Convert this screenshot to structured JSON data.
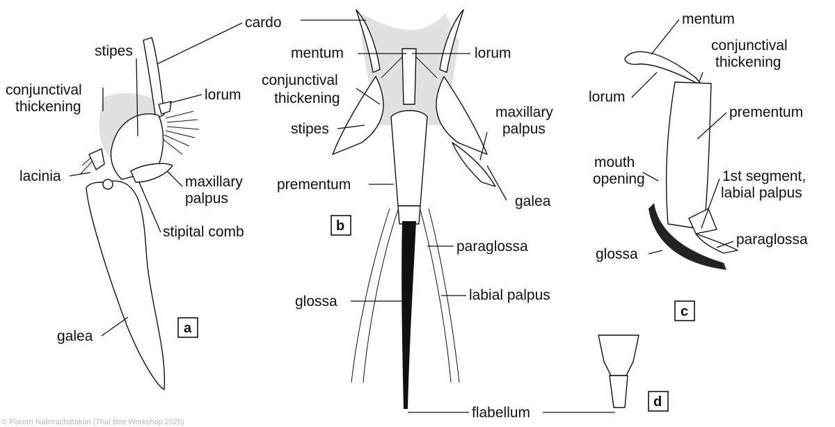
{
  "labels": {
    "cardo": "cardo",
    "mentum": "mentum",
    "lorum": "lorum",
    "stipes": "stipes",
    "conjunctival_thickening_line1": "conjunctival",
    "conjunctival_thickening_line2": "thickening",
    "lacinia": "lacinia",
    "maxillary_palpus_line1": "maxillary",
    "maxillary_palpus_line2": "palpus",
    "stipital_comb": "stipital comb",
    "galea": "galea",
    "prementum": "prementum",
    "paraglossa": "paraglossa",
    "glossa": "glossa",
    "labial_palpus": "labial palpus",
    "flabellum": "flabellum",
    "mouth_opening_line1": "mouth",
    "mouth_opening_line2": "opening",
    "first_segment_line1": "1st segment,",
    "first_segment_line2": "labial palpus"
  },
  "panels": {
    "a": "a",
    "b": "b",
    "c": "c",
    "d": "d"
  },
  "credit": "© Pakorn Nalinrachatakan (Thai Bee Workshop 2025)"
}
